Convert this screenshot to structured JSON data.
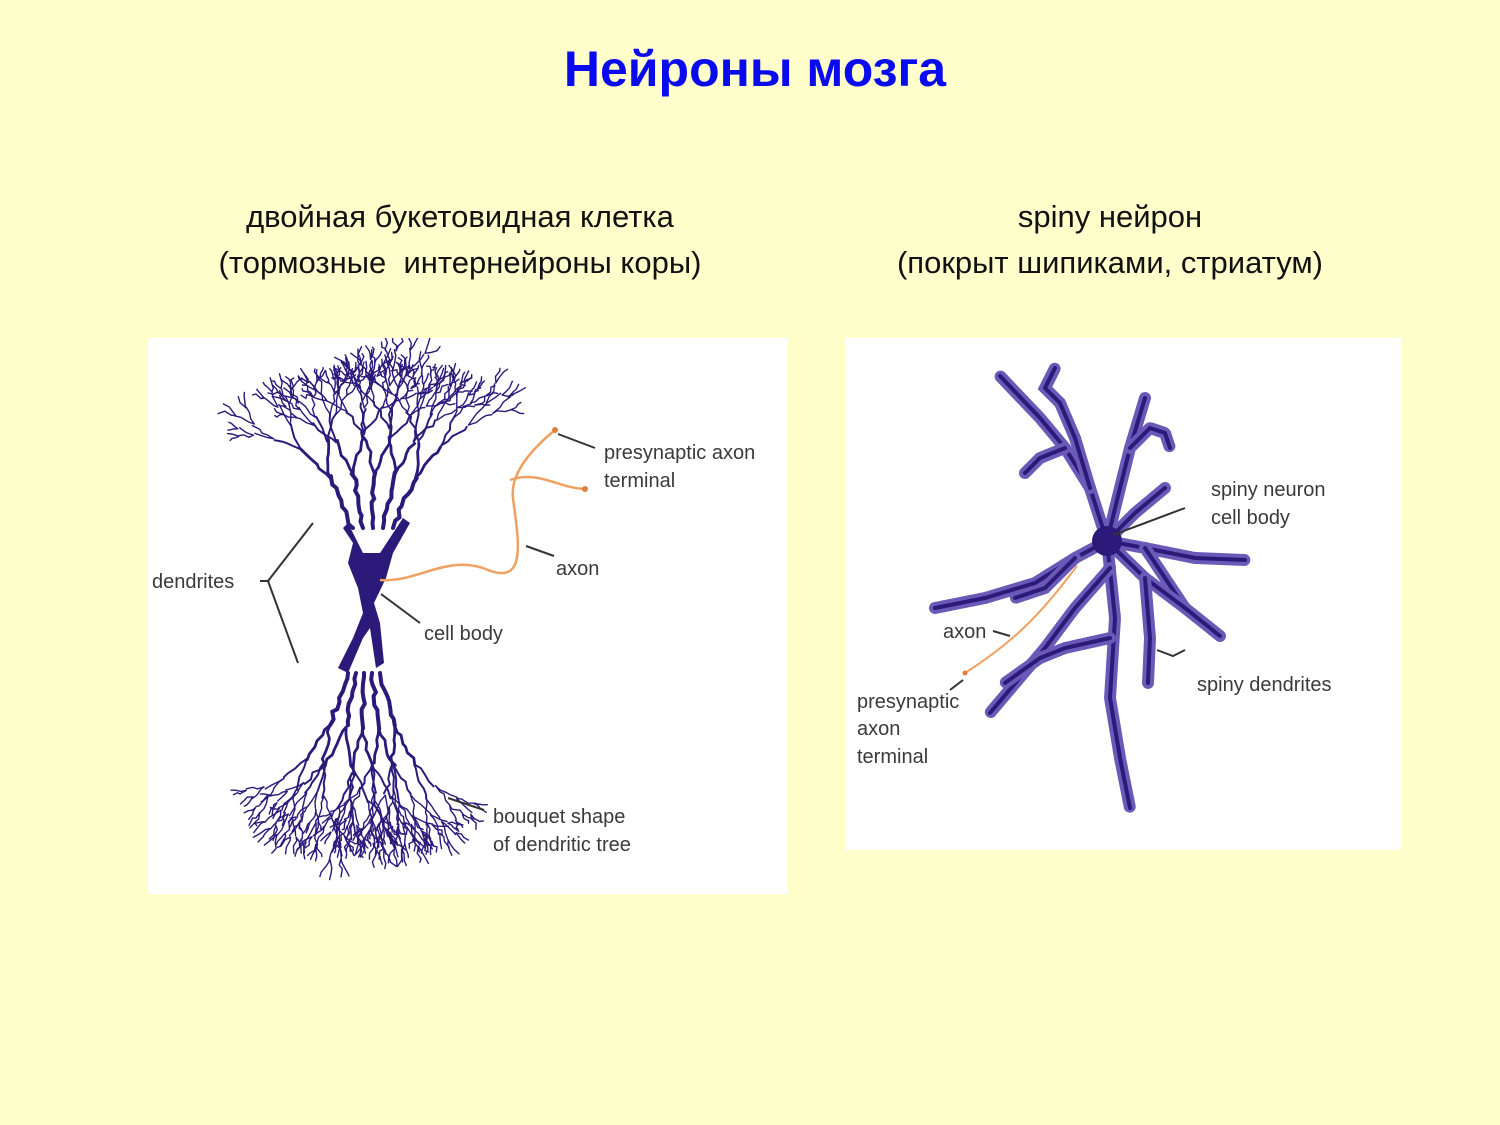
{
  "title": "Нейроны мозга",
  "left": {
    "caption_line1": "двойная букетовидная клетка",
    "caption_line2": "(тормозные  интернейроны коры)",
    "labels": {
      "presynaptic_1": "presynaptic axon",
      "presynaptic_2": "terminal",
      "axon": "axon",
      "cell_body": "cell body",
      "dendrites": "dendrites",
      "bouquet_1": "bouquet shape",
      "bouquet_2": "of dendritic tree"
    }
  },
  "right": {
    "caption_line1": "spiny нейрон",
    "caption_line2": "(покрыт шипиками, стриатум)",
    "labels": {
      "cell_body_1": "spiny neuron",
      "cell_body_2": "cell body",
      "axon": "axon",
      "spiny_dendrites": "spiny dendrites",
      "presynaptic_1": "presynaptic",
      "presynaptic_2": "axon",
      "presynaptic_3": "terminal"
    }
  },
  "colors": {
    "background": "#FFFFCC",
    "title": "#0A0AEE",
    "neuron": "#2B1A7A",
    "axon": "#F0A060"
  }
}
